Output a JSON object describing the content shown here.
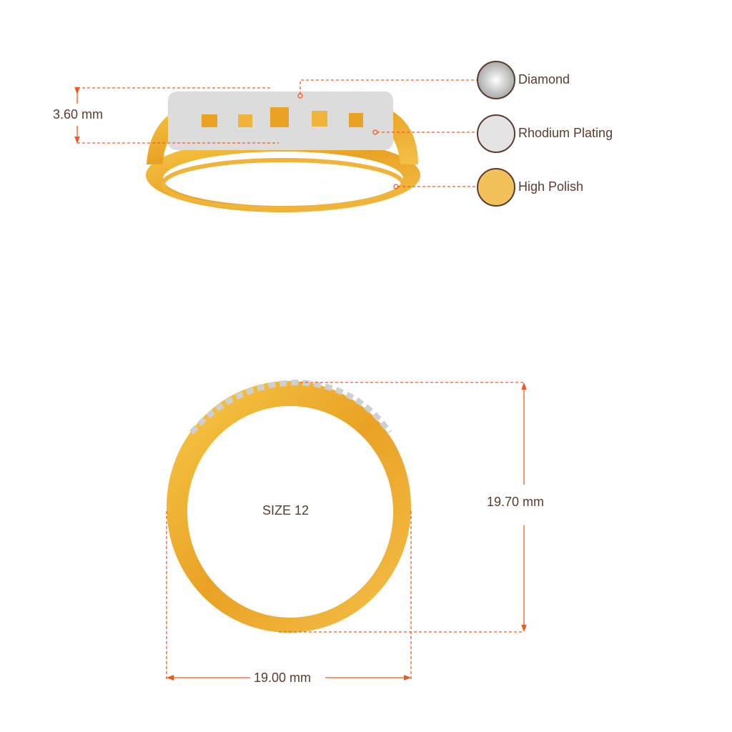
{
  "top_view": {
    "height_label": "3.60 mm",
    "legend": [
      {
        "label": "Diamond",
        "swatch": "#e8e8e8"
      },
      {
        "label": "Rhodium Plating",
        "swatch": "#e4e4e4"
      },
      {
        "label": "High Polish",
        "swatch": "#f3c15a"
      }
    ]
  },
  "front_view": {
    "size_label": "SIZE 12",
    "height_label": "19.70 mm",
    "width_label": "19.00 mm"
  },
  "colors": {
    "accent": "#f05a22",
    "text": "#5b3b30",
    "gold": "#f2b12e"
  }
}
